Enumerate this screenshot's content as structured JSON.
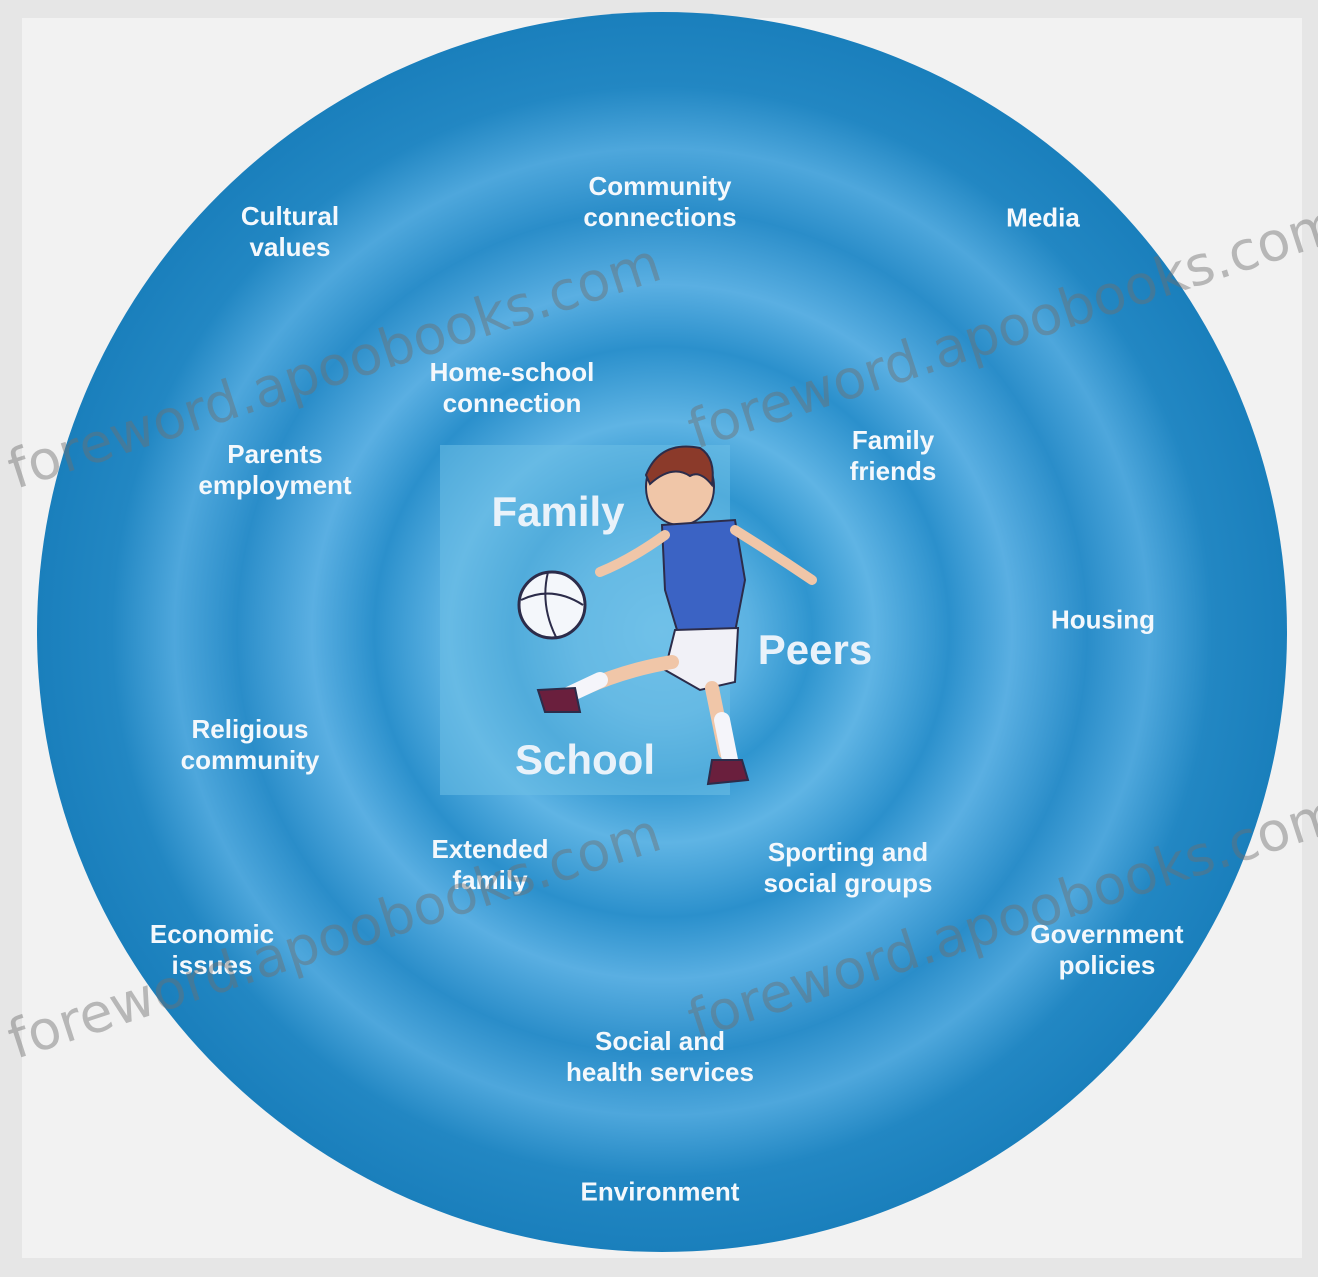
{
  "diagram": {
    "center_labels": {
      "family": "Family",
      "peers": "Peers",
      "school": "School"
    },
    "ring2_labels": {
      "home_school": [
        "Home-school",
        "connection"
      ],
      "family_friends": [
        "Family",
        "friends"
      ],
      "parents_employment": [
        "Parents",
        "employment"
      ],
      "religious_community": [
        "Religious",
        "community"
      ],
      "extended_family": [
        "Extended",
        "family"
      ],
      "sporting_groups": [
        "Sporting and",
        "social groups"
      ],
      "housing": [
        "Housing"
      ]
    },
    "ring3_labels": {
      "cultural_values": [
        "Cultural",
        "values"
      ],
      "community_connections": [
        "Community",
        "connections"
      ],
      "media": [
        "Media"
      ],
      "economic_issues": [
        "Economic",
        "issues"
      ],
      "government_policies": [
        "Government",
        "policies"
      ],
      "social_health": [
        "Social and",
        "health services"
      ],
      "environment": [
        "Environment"
      ]
    },
    "colors": {
      "dark_blue": "#1d86bf",
      "light_blue": "#5bb1e3",
      "center": "#6fc2ec",
      "background": "#e6e6e6"
    }
  },
  "watermark": "foreword.apoobooks.com"
}
